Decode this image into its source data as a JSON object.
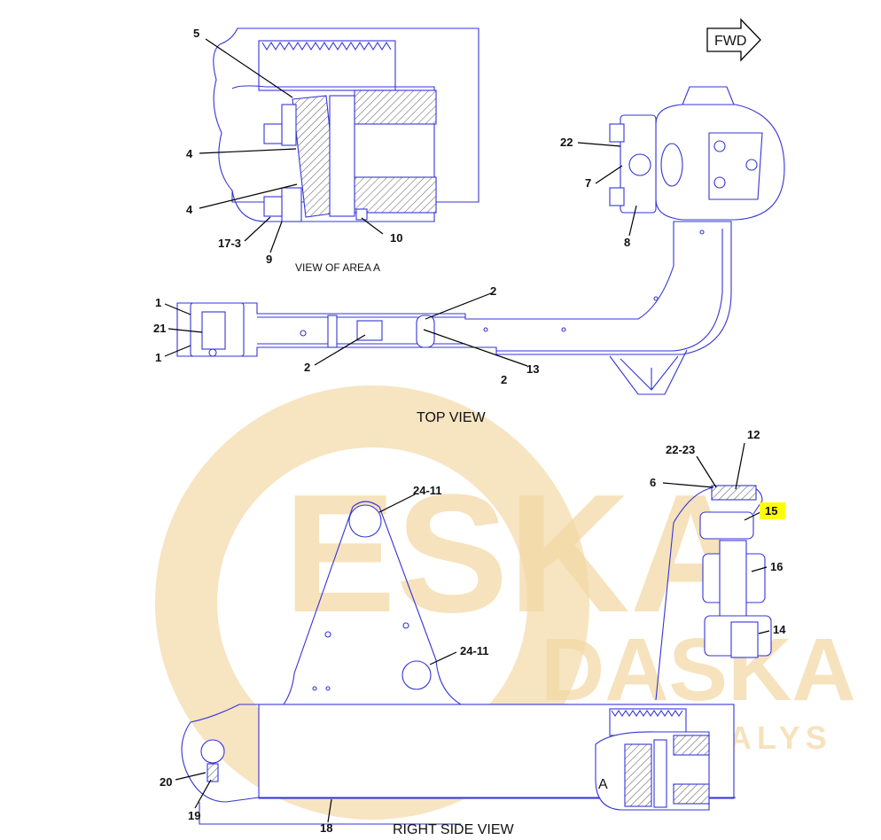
{
  "diagram": {
    "views": {
      "area_a": "VIEW OF AREA A",
      "top": "TOP VIEW",
      "right_side": "RIGHT SIDE VIEW"
    },
    "direction_arrow": "FWD",
    "area_marker": "A",
    "highlight_color": "#ffff00",
    "line_color": "#3434d8",
    "watermark": {
      "main": "ESKA",
      "secondary": "DASKA",
      "tertiary": "DALYS"
    },
    "callouts": {
      "c5": "5",
      "c4a": "4",
      "c4b": "4",
      "c17_3": "17-3",
      "c9": "9",
      "c10": "10",
      "c22": "22",
      "c7": "7",
      "c8": "8",
      "c1a": "1",
      "c21": "21",
      "c1b": "1",
      "c2a": "2",
      "c2b": "2",
      "c2c": "2",
      "c13": "13",
      "c22_23": "22-23",
      "c12": "12",
      "c6": "6",
      "c15": "15",
      "c16": "16",
      "c14": "14",
      "c24_11a": "24-11",
      "c24_11b": "24-11",
      "c20": "20",
      "c19": "19",
      "c18": "18"
    }
  }
}
